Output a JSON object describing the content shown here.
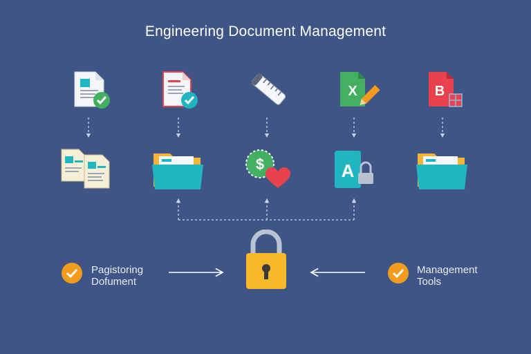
{
  "title": "Engineering Document Management",
  "top_row": [
    {
      "icon": "document-check-icon"
    },
    {
      "icon": "pdf-document-check-icon"
    },
    {
      "icon": "pencil-ruler-icon"
    },
    {
      "icon": "excel-edit-icon"
    },
    {
      "icon": "word-document-grid-icon",
      "letter": "B"
    }
  ],
  "middle_row": [
    {
      "icon": "documents-stack-icon"
    },
    {
      "icon": "folder-icon"
    },
    {
      "icon": "dollar-heart-icon",
      "symbol": "$"
    },
    {
      "icon": "text-lock-icon",
      "letter": "A"
    },
    {
      "icon": "folder-icon"
    }
  ],
  "center": {
    "icon": "padlock-icon"
  },
  "left_label": {
    "line1": "Pagistoring",
    "line2": "Dofument",
    "icon": "check-circle-icon"
  },
  "right_label": {
    "line1": "Management",
    "line2": "Tools",
    "icon": "check-circle-icon"
  },
  "top_row_letters": {
    "excel": "X"
  },
  "colors": {
    "background": "#3e5585",
    "teal": "#1fb6c1",
    "folder_tab": "#f4b43a",
    "orange": "#f39b1d",
    "lock": "#f7b829",
    "red": "#e8424e",
    "green": "#43b061"
  }
}
